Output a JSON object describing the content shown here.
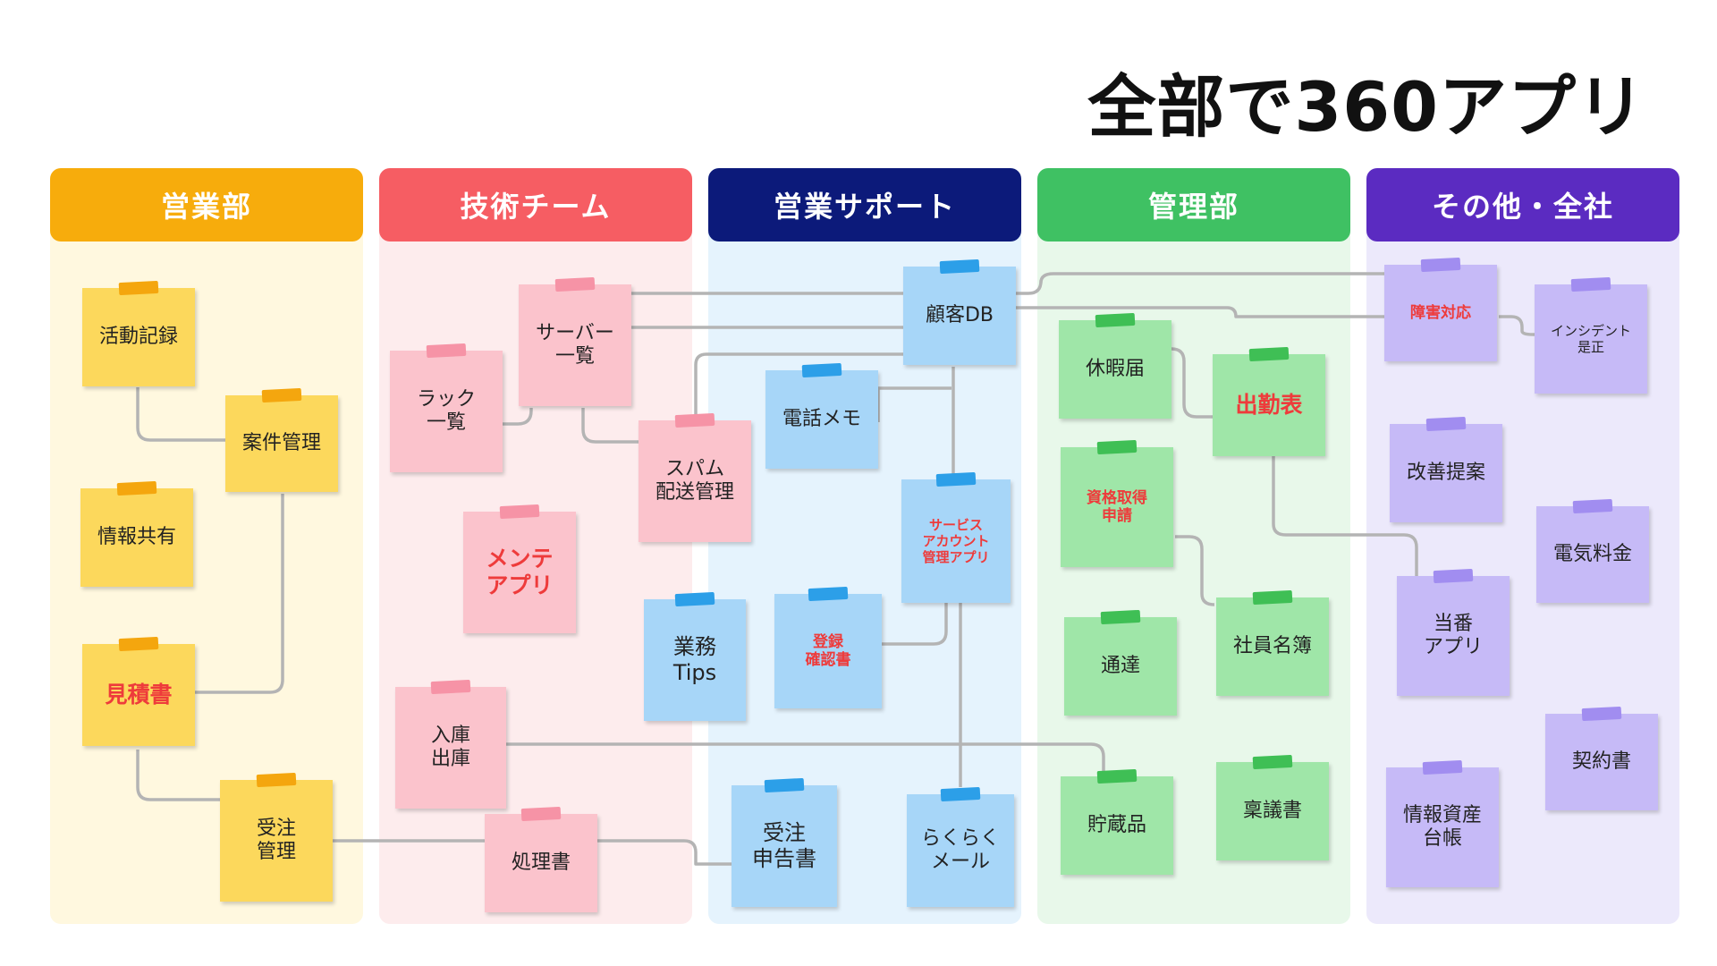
{
  "title": "全部で360アプリ",
  "colors": {
    "connector": "#b4b4b4",
    "highlight_text": "#ee3b3b"
  },
  "columns": [
    {
      "id": "sales",
      "label": "営業部",
      "header_color": "#f7ac0c",
      "bg_color": "#fff8df",
      "note_color": "#fcd85c",
      "tape_color": "#f4a60e"
    },
    {
      "id": "tech",
      "label": "技術チーム",
      "header_color": "#f65d63",
      "bg_color": "#fdeced",
      "note_color": "#fbc3cc",
      "tape_color": "#f693a6"
    },
    {
      "id": "sales-support",
      "label": "営業サポート",
      "header_color": "#0c1a7a",
      "bg_color": "#e5f3fd",
      "note_color": "#a7d6f8",
      "tape_color": "#2c9fe8"
    },
    {
      "id": "admin",
      "label": "管理部",
      "header_color": "#3fc163",
      "bg_color": "#e8f8ea",
      "note_color": "#9fe6a8",
      "tape_color": "#3fbf55"
    },
    {
      "id": "other",
      "label": "その他・全社",
      "header_color": "#5b2bc1",
      "bg_color": "#ece9fb",
      "note_color": "#c6baf7",
      "tape_color": "#a18df0"
    }
  ],
  "notes": [
    {
      "id": "katsudo",
      "col": "sales",
      "label": "活動記録",
      "highlight": false
    },
    {
      "id": "anken",
      "col": "sales",
      "label": "案件管理",
      "highlight": false
    },
    {
      "id": "joho",
      "col": "sales",
      "label": "情報共有",
      "highlight": false
    },
    {
      "id": "mitsumori",
      "col": "sales",
      "label": "見積書",
      "highlight": true
    },
    {
      "id": "juchu",
      "col": "sales",
      "label": "受注\n管理",
      "highlight": false
    },
    {
      "id": "rack",
      "col": "tech",
      "label": "ラック\n一覧",
      "highlight": false
    },
    {
      "id": "server",
      "col": "tech",
      "label": "サーバー\n一覧",
      "highlight": false
    },
    {
      "id": "mente",
      "col": "tech",
      "label": "メンテ\nアプリ",
      "highlight": true
    },
    {
      "id": "nyuko",
      "col": "tech",
      "label": "入庫\n出庫",
      "highlight": false
    },
    {
      "id": "shori",
      "col": "tech",
      "label": "処理書",
      "highlight": false
    },
    {
      "id": "spam",
      "col": "tech",
      "label": "スパム\n配送管理",
      "highlight": false
    },
    {
      "id": "kokyaku",
      "col": "sales-support",
      "label": "顧客DB",
      "highlight": false
    },
    {
      "id": "denwa",
      "col": "sales-support",
      "label": "電話メモ",
      "highlight": false
    },
    {
      "id": "service",
      "col": "sales-support",
      "label": "サービス\nアカウント\n管理アプリ",
      "highlight": true
    },
    {
      "id": "gyomu",
      "col": "sales-support",
      "label": "業務\nTips",
      "highlight": false
    },
    {
      "id": "toroku",
      "col": "sales-support",
      "label": "登録\n確認書",
      "highlight": true
    },
    {
      "id": "juchu-shinkoku",
      "col": "sales-support",
      "label": "受注\n申告書",
      "highlight": false
    },
    {
      "id": "rakuraku",
      "col": "sales-support",
      "label": "らくらく\nメール",
      "highlight": false
    },
    {
      "id": "kyuka",
      "col": "admin",
      "label": "休暇届",
      "highlight": false
    },
    {
      "id": "shukkin",
      "col": "admin",
      "label": "出勤表",
      "highlight": true
    },
    {
      "id": "shikaku",
      "col": "admin",
      "label": "資格取得\n申請",
      "highlight": true
    },
    {
      "id": "tsutatsu",
      "col": "admin",
      "label": "通達",
      "highlight": false
    },
    {
      "id": "shain",
      "col": "admin",
      "label": "社員名簿",
      "highlight": false
    },
    {
      "id": "chozo",
      "col": "admin",
      "label": "貯蔵品",
      "highlight": false
    },
    {
      "id": "ringi",
      "col": "admin",
      "label": "稟議書",
      "highlight": false
    },
    {
      "id": "shogai",
      "col": "other",
      "label": "障害対応",
      "highlight": true
    },
    {
      "id": "incident",
      "col": "other",
      "label": "インシデント\n是正",
      "highlight": false
    },
    {
      "id": "kaizen",
      "col": "other",
      "label": "改善提案",
      "highlight": false
    },
    {
      "id": "denki",
      "col": "other",
      "label": "電気料金",
      "highlight": false
    },
    {
      "id": "toban",
      "col": "other",
      "label": "当番\nアプリ",
      "highlight": false
    },
    {
      "id": "keiyaku",
      "col": "other",
      "label": "契約書",
      "highlight": false
    },
    {
      "id": "joho-shisan",
      "col": "other",
      "label": "情報資産\n台帳",
      "highlight": false
    }
  ]
}
